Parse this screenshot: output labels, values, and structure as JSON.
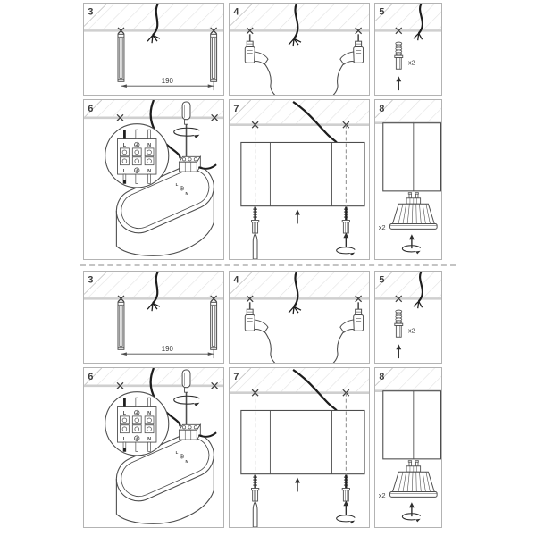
{
  "colors": {
    "panel_border": "#b3b3b3",
    "separator": "#c4c4c4",
    "outline": "#4d4d4d",
    "wire": "#1d1d1d",
    "ceiling_line": "#cfcfcf",
    "hatch": "#e2e2e2",
    "label_text": "#3b3b3b"
  },
  "panels": {
    "p3": {
      "number": "3",
      "dimension_label": "190"
    },
    "p4": {
      "number": "4"
    },
    "p5": {
      "number": "5",
      "quantity_label": "x2"
    },
    "p6": {
      "number": "6",
      "terminal": {
        "live": "L",
        "neutral": "N"
      }
    },
    "p7": {
      "number": "7"
    },
    "p8": {
      "number": "8",
      "quantity_label": "x2"
    }
  }
}
